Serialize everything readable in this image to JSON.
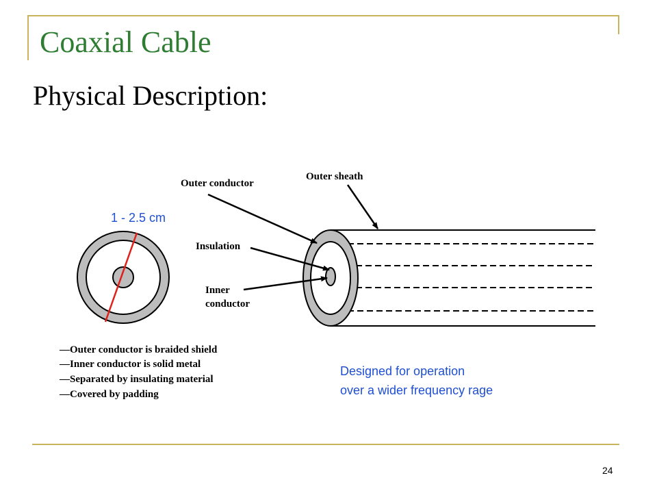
{
  "slide": {
    "title": "Coaxial Cable",
    "subtitle": "Physical Description:",
    "page_number": "24"
  },
  "diagram": {
    "labels": {
      "outer_conductor": "Outer conductor",
      "outer_sheath": "Outer sheath",
      "insulation": "Insulation",
      "inner_conductor_line1": "Inner",
      "inner_conductor_line2": "conductor"
    },
    "dimension_label": "1 - 2.5 cm",
    "bullets": [
      "—Outer conductor is braided shield",
      "—Inner conductor is solid metal",
      "—Separated by insulating material",
      "—Covered by padding"
    ],
    "note_line1": "Designed for operation",
    "note_line2": "over a wider frequency rage"
  },
  "colors": {
    "title": "#2e7d32",
    "frame": "#c9b45a",
    "annotation_blue": "#1f4fd1",
    "dimension_red": "#e0201b",
    "cable_gray": "#bdbdbd"
  }
}
